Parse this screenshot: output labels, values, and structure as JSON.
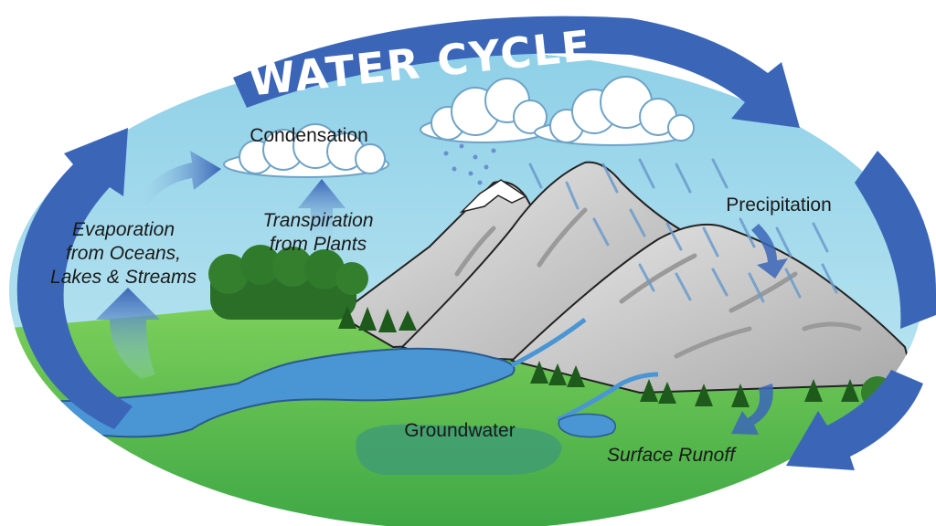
{
  "title": "WATER CYCLE",
  "labels": {
    "condensation": "Condensation",
    "transpiration_1": "Transpiration",
    "transpiration_2": "from Plants",
    "evaporation_1": "Evaporation",
    "evaporation_2": "from Oceans,",
    "evaporation_3": "Lakes & Streams",
    "precipitation": "Precipitation",
    "groundwater": "Groundwater",
    "surface_runoff": "Surface Runoff"
  },
  "colors": {
    "sky": "#a9dcec",
    "cycle_arrow": "#3b66b8",
    "land": "#5cbf4b",
    "water": "#4a95d4",
    "groundwater": "#3d9a78",
    "mountain": "#c9c9c9",
    "forest": "#2a6e27"
  }
}
